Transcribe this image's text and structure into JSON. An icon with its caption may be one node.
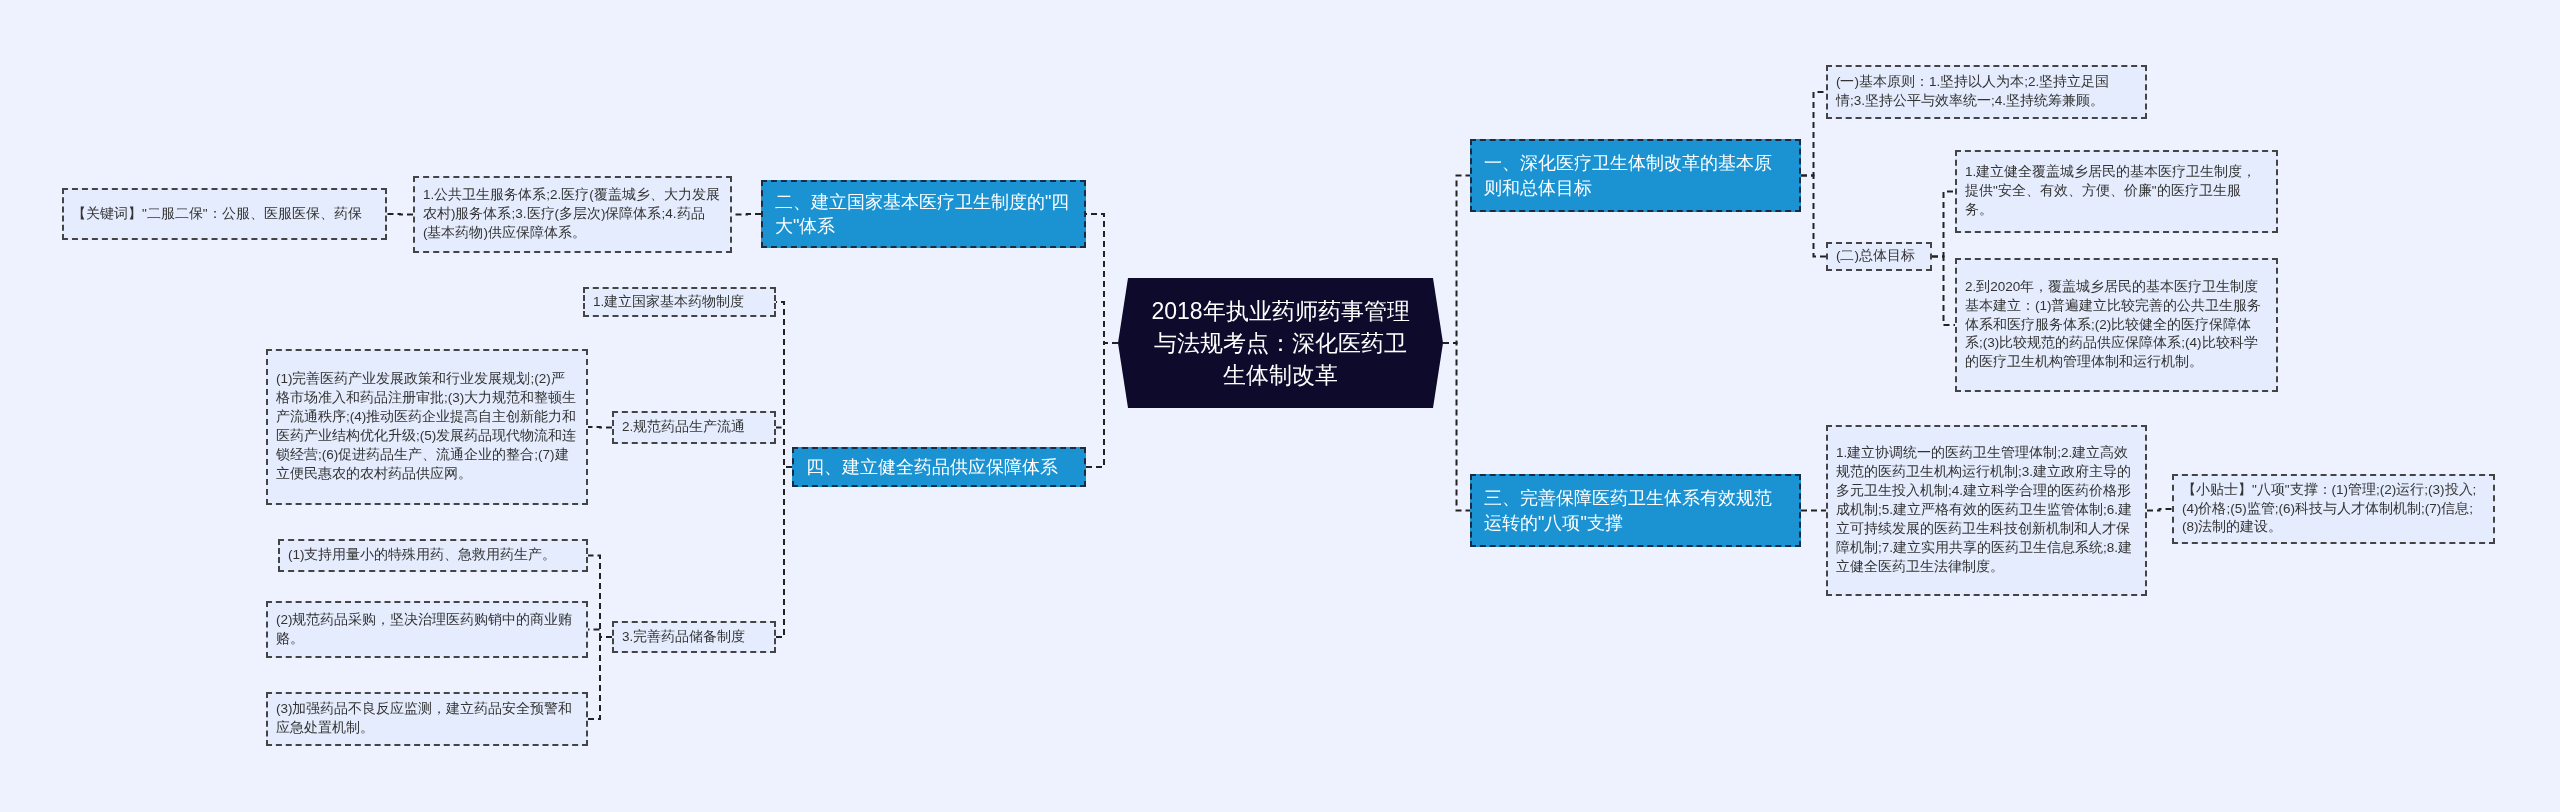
{
  "diagram": {
    "nodes": [
      {
        "text": [
          "2018年执业药师药事管理与法规考点：深化医药卫生体制改革"
        ]
      },
      {
        "text": [
          "二、建立国家基本医疗卫生制度的\"四大\"体系"
        ]
      },
      {
        "text": [
          "1.公共卫生服务体系;2.医疗(覆盖城乡、大力发展农村)服务体系;3.医疗(多层次)保障体系;4.药品(基本药物)供应保障体系。"
        ]
      },
      {
        "text": [
          "【关键词】\"二服二保\"：公服、医服医保、药保"
        ]
      },
      {
        "text": [
          "四、建立健全药品供应保障体系"
        ]
      },
      {
        "text": [
          "1.建立国家基本药物制度"
        ]
      },
      {
        "text": [
          "2.规范药品生产流通"
        ]
      },
      {
        "text": [
          "(1)完善医药产业发展政策和行业发展规划;(2)严格市场准入和药品注册审批;(3)大力规范和整顿生产流通秩序;(4)推动医药企业提高自主创新能力和医药产业结构优化升级;(5)发展药品现代物流和连锁经营;(6)促进药品生产、流通企业的整合;(7)建立便民惠农的农村药品供应网。"
        ]
      },
      {
        "text": [
          "3.完善药品储备制度"
        ]
      },
      {
        "text": [
          "(1)支持用量小的特殊用药、急救用药生产。"
        ]
      },
      {
        "text": [
          "(2)规范药品采购，坚决治理医药购销中的商业贿赂。"
        ]
      },
      {
        "text": [
          "(3)加强药品不良反应监测，建立药品安全预警和应急处置机制。"
        ]
      },
      {
        "text": [
          "一、深化医疗卫生体制改革的基本原则和总体目标"
        ]
      },
      {
        "text": [
          "(一)基本原则：1.坚持以人为本;2.坚持立足国情;3.坚持公平与效率统一;4.坚持统筹兼顾。"
        ]
      },
      {
        "text": [
          "(二)总体目标"
        ]
      },
      {
        "text": [
          "1.建立健全覆盖城乡居民的基本医疗卫生制度，提供\"安全、有效、方便、价廉\"的医疗卫生服务。"
        ]
      },
      {
        "text": [
          "2.到2020年，覆盖城乡居民的基本医疗卫生制度基本建立：(1)普遍建立比较完善的公共卫生服务体系和医疗服务体系;(2)比较健全的医疗保障体系;(3)比较规范的药品供应保障体系;(4)比较科学的医疗卫生机构管理体制和运行机制。"
        ]
      },
      {
        "text": [
          "三、完善保障医药卫生体系有效规范运转的\"八项\"支撑"
        ]
      },
      {
        "text": [
          "1.建立协调统一的医药卫生管理体制;2.建立高效规范的医药卫生机构运行机制;3.建立政府主导的多元卫生投入机制;4.建立科学合理的医药价格形成机制;5.建立严格有效的医药卫生监管体制;6.建立可持续发展的医药卫生科技创新机制和人才保障机制;7.建立实用共享的医药卫生信息系统;8.建立健全医药卫生法律制度。"
        ]
      },
      {
        "text": [
          "【小贴士】\"八项\"支撑：(1)管理;(2)运行;(3)投入;(4)价格;(5)监管;(6)科技与人才体制机制;(7)信息;(8)法制的建设。"
        ]
      }
    ],
    "edges": [
      {
        "from": 0,
        "to": 1,
        "arrow": "none"
      },
      {
        "from": 0,
        "to": 4,
        "arrow": "none"
      },
      {
        "from": 0,
        "to": 12,
        "arrow": "none"
      },
      {
        "from": 0,
        "to": 17,
        "arrow": "none"
      },
      {
        "from": 1,
        "to": 2,
        "arrow": "none"
      },
      {
        "from": 2,
        "to": 3,
        "arrow": "none"
      },
      {
        "from": 4,
        "to": 5,
        "arrow": "none"
      },
      {
        "from": 4,
        "to": 6,
        "arrow": "none"
      },
      {
        "from": 4,
        "to": 8,
        "arrow": "none"
      },
      {
        "from": 6,
        "to": 7,
        "arrow": "none"
      },
      {
        "from": 8,
        "to": 9,
        "arrow": "none"
      },
      {
        "from": 8,
        "to": 10,
        "arrow": "none"
      },
      {
        "from": 8,
        "to": 11,
        "arrow": "none"
      },
      {
        "from": 12,
        "to": 13,
        "arrow": "none"
      },
      {
        "from": 12,
        "to": 14,
        "arrow": "none"
      },
      {
        "from": 14,
        "to": 15,
        "arrow": "none"
      },
      {
        "from": 14,
        "to": 16,
        "arrow": "none"
      },
      {
        "from": 17,
        "to": 18,
        "arrow": "none"
      },
      {
        "from": 18,
        "to": 19,
        "arrow": "none"
      }
    ]
  }
}
